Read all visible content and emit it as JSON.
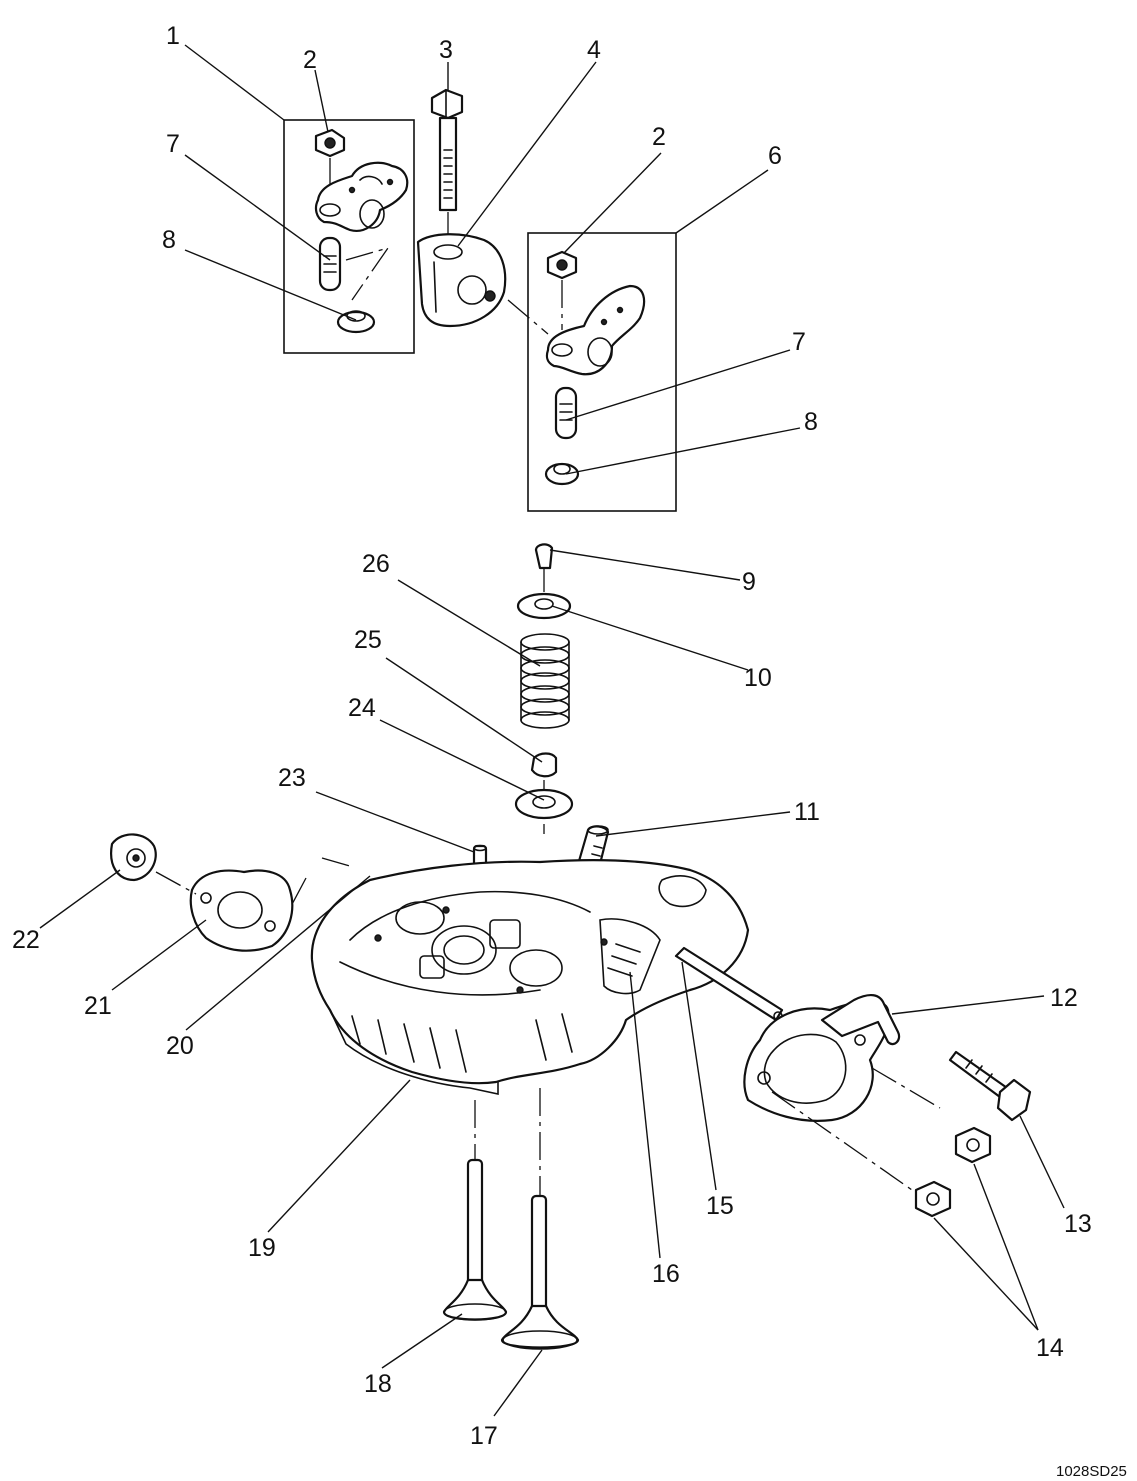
{
  "figure_code": "1028SD25",
  "callouts": {
    "c1": "1",
    "c2a": "2",
    "c2b": "2",
    "c3": "3",
    "c4": "4",
    "c6": "6",
    "c7a": "7",
    "c7b": "7",
    "c8a": "8",
    "c8b": "8",
    "c9": "9",
    "c10": "10",
    "c11": "11",
    "c12": "12",
    "c13": "13",
    "c14": "14",
    "c15": "15",
    "c16": "16",
    "c17": "17",
    "c18": "18",
    "c19": "19",
    "c20": "20",
    "c21": "21",
    "c22": "22",
    "c23": "23",
    "c24": "24",
    "c25": "25",
    "c26": "26"
  }
}
